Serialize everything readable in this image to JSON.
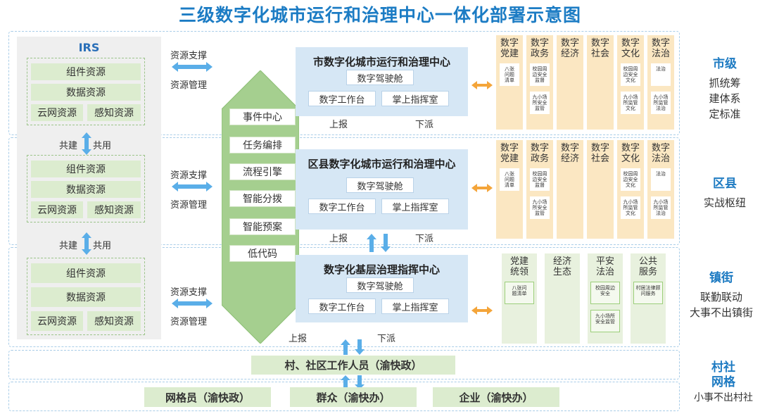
{
  "title": "三级数字化城市运行和治理中心一体化部署示意图",
  "irs": {
    "label": "IRS",
    "groups": [
      [
        "组件资源",
        "数据资源",
        "云网资源",
        "感知资源"
      ],
      [
        "组件资源",
        "数据资源",
        "云网资源",
        "感知资源"
      ],
      [
        "组件资源",
        "数据资源",
        "云网资源",
        "感知资源"
      ]
    ],
    "links": [
      [
        "共建",
        "共用"
      ],
      [
        "共建",
        "共用"
      ]
    ]
  },
  "support": {
    "zhicheng": "资源支撑",
    "guanli": "资源管理"
  },
  "center_menu": [
    "事件中心",
    "任务编排",
    "流程引擎",
    "智能分拨",
    "智能预案",
    "低代码"
  ],
  "centers": [
    {
      "title": "市数字化城市运行和治理中心",
      "cockpit": "数字驾驶舱",
      "work": "数字工作台",
      "command": "掌上指挥室",
      "up": "上报",
      "down": "下派"
    },
    {
      "title": "区县数字化城市运行和治理中心",
      "cockpit": "数字驾驶舱",
      "work": "数字工作台",
      "command": "掌上指挥室",
      "up": "上报",
      "down": "下派"
    },
    {
      "title": "数字化基层治理指挥中心",
      "cockpit": "数字驾驶舱",
      "work": "数字工作台",
      "command": "掌上指挥室",
      "up": "上报",
      "down": "下派"
    }
  ],
  "city_cols": [
    {
      "name": "数字\n党建",
      "chips": [
        "八张\n问题\n清单"
      ]
    },
    {
      "name": "数字\n政务",
      "chips": [
        "校园周\n边安全\n监督",
        "九小场\n所安全\n监管"
      ]
    },
    {
      "name": "数字\n经济",
      "chips": []
    },
    {
      "name": "数字\n社会",
      "chips": []
    },
    {
      "name": "数字\n文化",
      "chips": [
        "校园周\n边安全\n文化",
        "九小场\n所监管\n文化"
      ]
    },
    {
      "name": "数字\n法治",
      "chips": [
        "法治",
        "九小场\n所监管\n法治"
      ]
    }
  ],
  "district_cols": [
    {
      "name": "数字\n党建",
      "chips": [
        "八张\n问题\n清单"
      ]
    },
    {
      "name": "数字\n政务",
      "chips": [
        "校园周\n边安全\n监督",
        "九小场\n所安全\n监管"
      ]
    },
    {
      "name": "数字\n经济",
      "chips": []
    },
    {
      "name": "数字\n社会",
      "chips": []
    },
    {
      "name": "数字\n文化",
      "chips": [
        "校园周\n边安全\n文化",
        "九小场\n所监管\n文化"
      ]
    },
    {
      "name": "数字\n法治",
      "chips": [
        "法治",
        "九小场\n所监管\n法治"
      ]
    }
  ],
  "town_cols": [
    {
      "name": "党建\n统领",
      "chips": [
        "八张问\n题清单"
      ]
    },
    {
      "name": "经济\n生态",
      "chips": []
    },
    {
      "name": "平安\n法治",
      "chips": [
        "校园周边\n安全",
        "九小场所\n安全监管"
      ]
    },
    {
      "name": "公共\n服务",
      "chips": [
        "村居法律顾\n问服务"
      ]
    }
  ],
  "levels": [
    {
      "name": "市级",
      "desc": [
        "抓统筹",
        "建体系",
        "定标准"
      ]
    },
    {
      "name": "区县",
      "desc": [
        "实战枢纽"
      ]
    },
    {
      "name": "镇街",
      "desc": [
        "联勤联动",
        "大事不出镇街"
      ]
    },
    {
      "name": "村社\n网格",
      "desc": [
        "小事不出村社"
      ]
    }
  ],
  "village": {
    "main": "村、社区工作人员（渝快政）",
    "items": [
      "网格员（渝快政）",
      "群众（渝快办）",
      "企业（渝快办）"
    ],
    "up": "上报",
    "down": "下派"
  },
  "colors": {
    "accent": "#1c7cc4",
    "green": "#9cc48a",
    "orange": "#f4a53a",
    "blue_arrow": "#5aaee8"
  }
}
